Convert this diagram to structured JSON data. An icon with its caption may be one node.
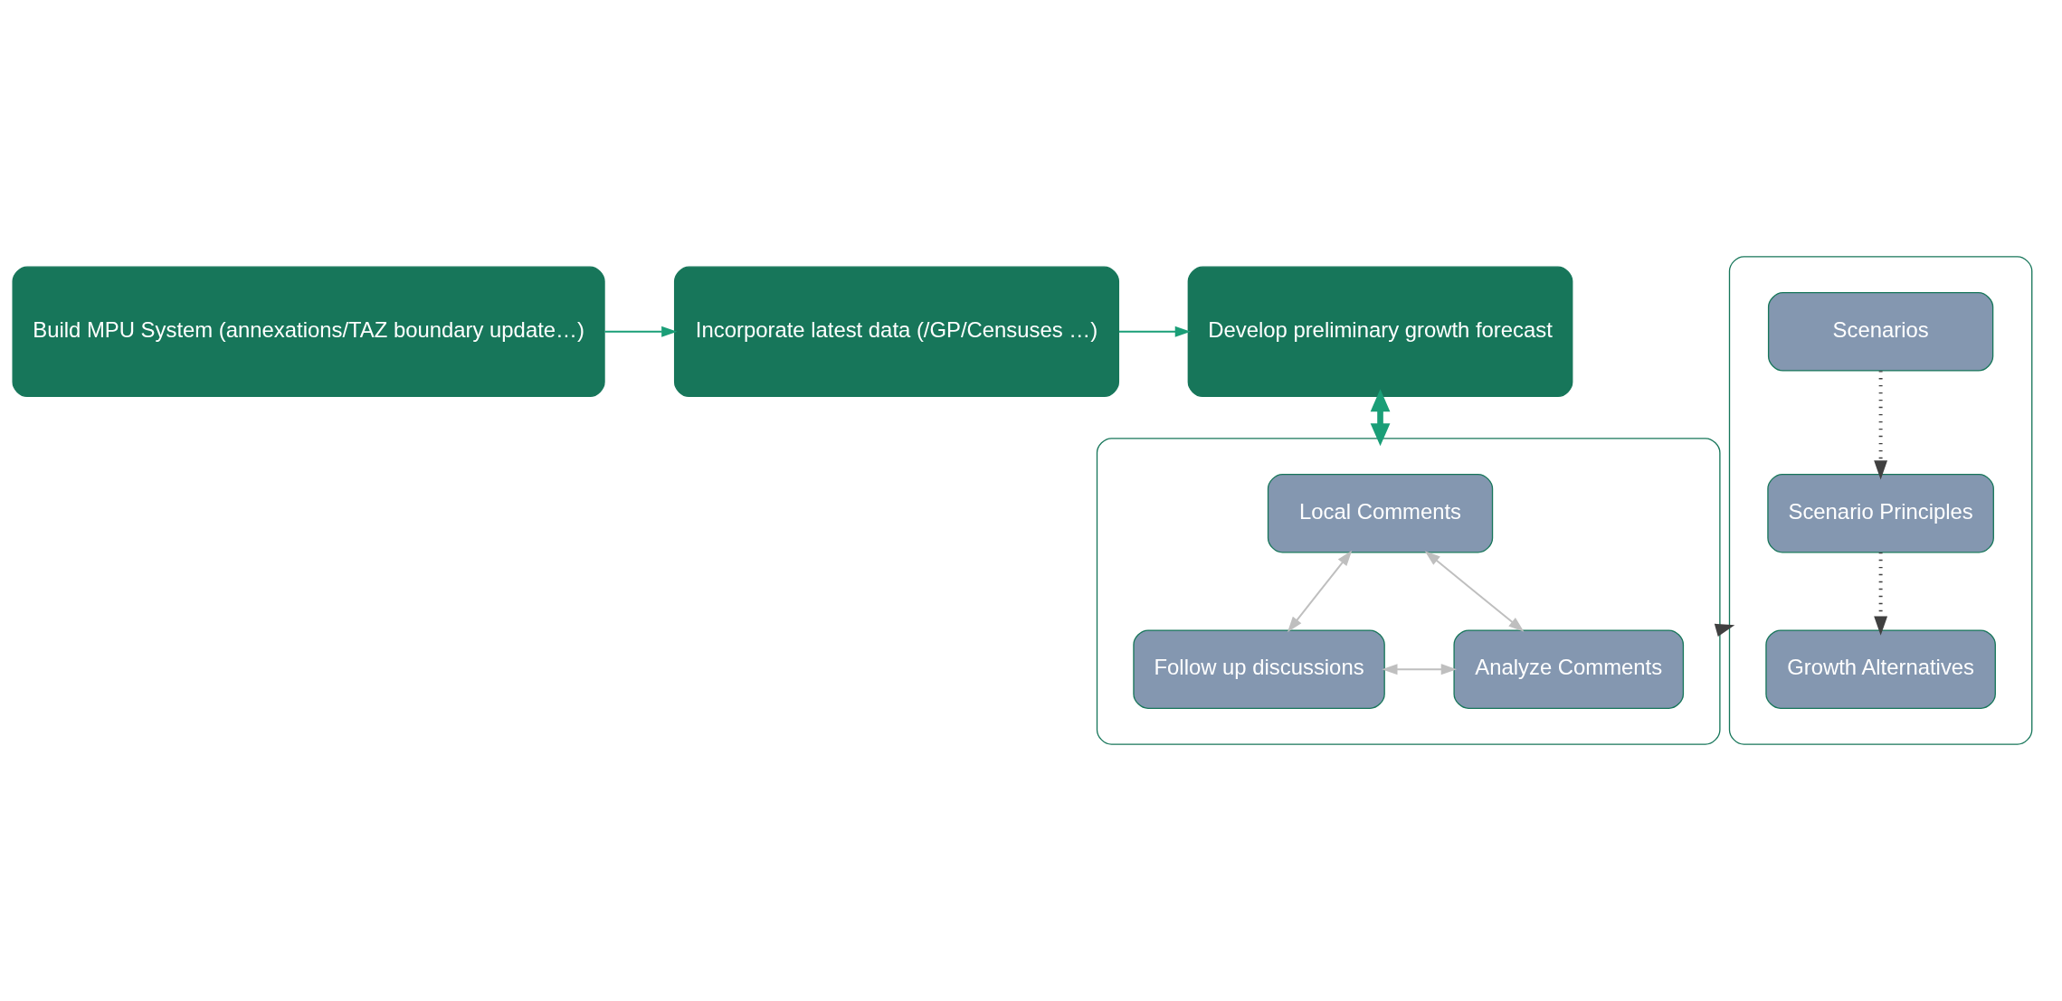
{
  "diagram": {
    "nodes": [
      {
        "text": [
          "Build MPU System (annexations/TAZ boundary update…)"
        ]
      },
      {
        "text": [
          "Incorporate latest data (/GP/Censuses …)"
        ]
      },
      {
        "text": [
          "Develop preliminary growth forecast"
        ]
      },
      {
        "text": [],
        "shape": "box"
      },
      {
        "text": [
          "Local Comments"
        ],
        "in": 3
      },
      {
        "text": [
          "Follow up discussions"
        ],
        "in": 3
      },
      {
        "text": [
          "Analyze Comments"
        ],
        "in": 3
      },
      {
        "text": [],
        "shape": "box"
      },
      {
        "text": [
          "Scenarios"
        ],
        "in": 7
      },
      {
        "text": [
          "Scenario Principles"
        ],
        "in": 7
      },
      {
        "text": [
          "Growth Alternatives"
        ],
        "in": 7
      }
    ],
    "edges": [
      {
        "from": 0,
        "to": 1,
        "arrow": "to"
      },
      {
        "from": 1,
        "to": 2,
        "arrow": "to"
      },
      {
        "from": 2,
        "to": 3,
        "arrow": "both",
        "style": "thick"
      },
      {
        "from": 4,
        "to": 5,
        "arrow": "both",
        "color": "#bfbfbf"
      },
      {
        "from": 4,
        "to": 6,
        "arrow": "both",
        "color": "#bfbfbf"
      },
      {
        "from": 5,
        "to": 6,
        "arrow": "both",
        "color": "#bfbfbf"
      },
      {
        "from": 3,
        "to": 7,
        "arrow": "to",
        "style": "dashed",
        "color": "#404040"
      },
      {
        "from": 8,
        "to": 9,
        "arrow": "to",
        "style": "dashed",
        "color": "#404040"
      },
      {
        "from": 9,
        "to": 10,
        "arrow": "to",
        "style": "dashed",
        "color": "#404040"
      }
    ]
  }
}
